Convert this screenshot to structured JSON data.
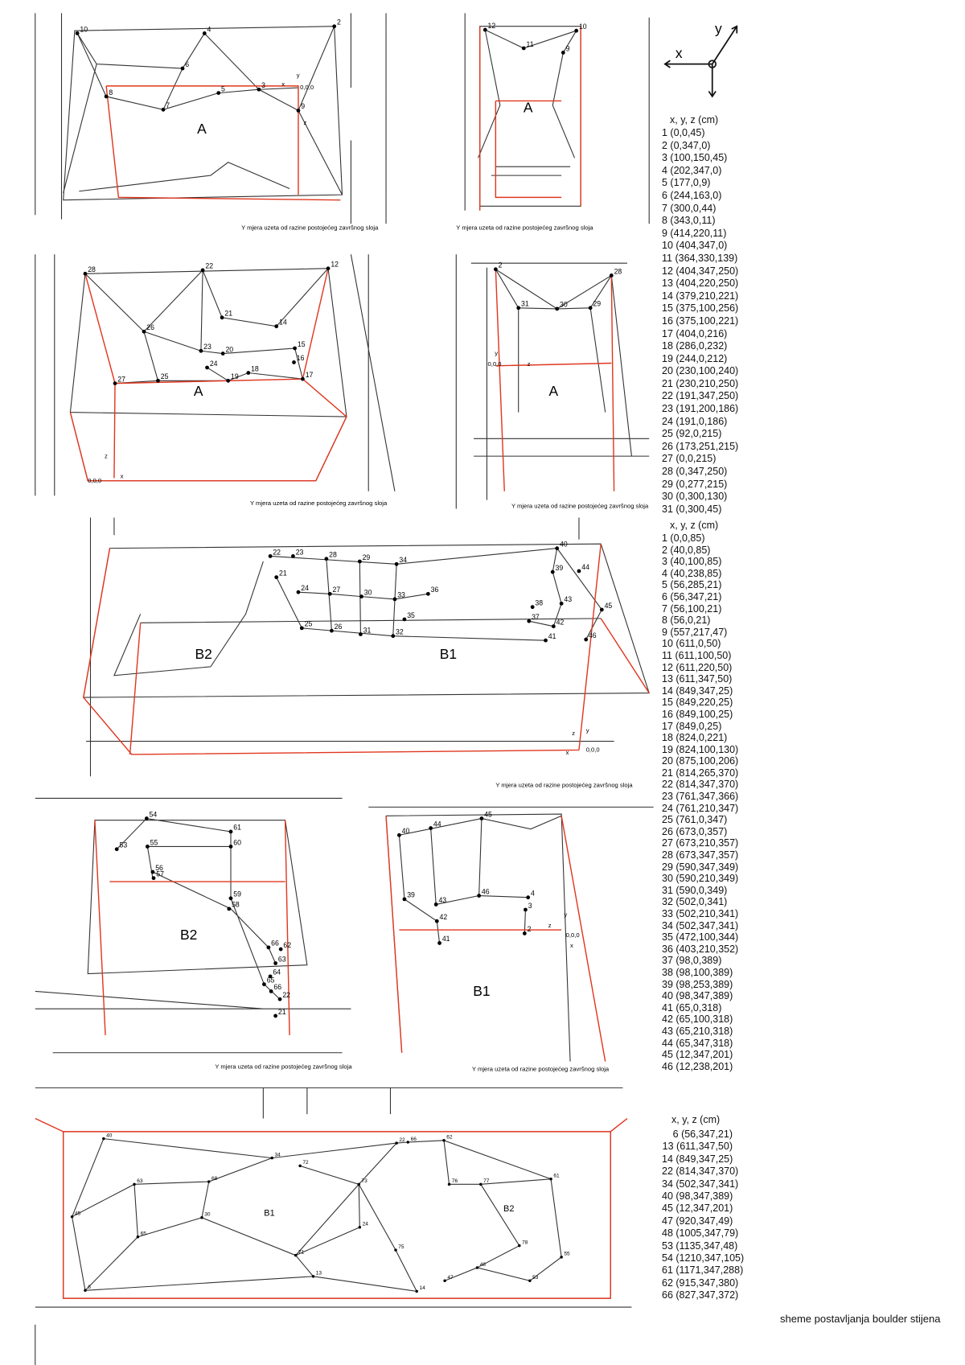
{
  "caption": "sheme postavljanja boulder stijena",
  "view_note": "Y mjera uzeta od razine postojećeg završnog sloja",
  "axis_icon": {
    "x": "x",
    "y": "y"
  },
  "axis_labels": {
    "x": "x",
    "y": "y",
    "z": "z",
    "origin": "0,0,0"
  },
  "panels": [
    {
      "id": "a-top-left",
      "zone": "A",
      "points": [
        "10",
        "4",
        "2",
        "6",
        "5",
        "3",
        "7",
        "8",
        "9"
      ]
    },
    {
      "id": "a-top-right",
      "zone": "A",
      "points": [
        "12",
        "10",
        "11",
        "9"
      ]
    },
    {
      "id": "a-mid-left",
      "zone": "A",
      "points": [
        "28",
        "22",
        "12",
        "21",
        "14",
        "26",
        "23",
        "15",
        "20",
        "24",
        "16",
        "18",
        "19",
        "25",
        "27",
        "17"
      ]
    },
    {
      "id": "a-mid-right",
      "zone": "A",
      "points": [
        "2",
        "28",
        "31",
        "30",
        "29"
      ]
    },
    {
      "id": "b-main",
      "zone": "B1",
      "zone2": "B2",
      "points": [
        "22",
        "23",
        "28",
        "29",
        "34",
        "40",
        "21",
        "39",
        "44",
        "24",
        "27",
        "30",
        "33",
        "36",
        "43",
        "45",
        "38",
        "35",
        "37",
        "42",
        "25",
        "26",
        "31",
        "32",
        "41",
        "46"
      ]
    },
    {
      "id": "b2-detail",
      "zone": "B2",
      "points": [
        "54",
        "61",
        "53",
        "55",
        "60",
        "56",
        "57",
        "59",
        "58",
        "66",
        "62",
        "63",
        "64",
        "65",
        "66",
        "22",
        "21"
      ]
    },
    {
      "id": "b1-detail",
      "zone": "B1",
      "points": [
        "45",
        "44",
        "40",
        "39",
        "43",
        "46",
        "4",
        "3",
        "42",
        "2",
        "41"
      ]
    },
    {
      "id": "wall-elevation",
      "zone": "B1",
      "zone2": "B2",
      "points": [
        "40",
        "34",
        "72",
        "22",
        "66",
        "62",
        "63",
        "68",
        "76",
        "77",
        "61",
        "73",
        "45",
        "30",
        "65",
        "24",
        "78",
        "55",
        "71",
        "75",
        "13",
        "48",
        "47",
        "53",
        "6",
        "14"
      ]
    }
  ],
  "lists": [
    {
      "header": "x, y, z (cm)",
      "items": [
        "1 (0,0,45)",
        "2 (0,347,0)",
        "3 (100,150,45)",
        "4 (202,347,0)",
        "5 (177,0,9)",
        "6 (244,163,0)",
        "7 (300,0,44)",
        "8 (343,0,11)",
        "9 (414,220,11)",
        "10 (404,347,0)",
        "11 (364,330,139)",
        "12 (404,347,250)",
        "13 (404,220,250)",
        "14 (379,210,221)",
        "15 (375,100,256)",
        "16 (375,100,221)",
        "17 (404,0,216)",
        "18 (286,0,232)",
        "19 (244,0,212)",
        "20 (230,100,240)",
        "21 (230,210,250)",
        "22 (191,347,250)",
        "23 (191,200,186)",
        "24 (191,0,186)",
        "25 (92,0,215)",
        "26 (173,251,215)",
        "27 (0,0,215)",
        "28 (0,347,250)",
        "29 (0,277,215)",
        "30 (0,300,130)",
        "31 (0,300,45)"
      ]
    },
    {
      "header": "x, y, z (cm)",
      "items": [
        "1 (0,0,85)",
        "2 (40,0,85)",
        "3 (40,100,85)",
        "4 (40,238,85)",
        "5 (56,285,21)",
        "6 (56,347,21)",
        "7 (56,100,21)",
        "8 (56,0,21)",
        "9 (557,217,47)",
        "10 (611,0,50)",
        "11 (611,100,50)",
        "12 (611,220,50)",
        "13 (611,347,50)",
        "14 (849,347,25)",
        "15 (849,220,25)",
        "16 (849,100,25)",
        "17 (849,0,25)",
        "18 (824,0,221)",
        "19 (824,100,130)",
        "20 (875,100,206)",
        "21 (814,265,370)",
        "22 (814,347,370)",
        "23 (761,347,366)",
        "24 (761,210,347)",
        "25 (761,0,347)",
        "26 (673,0,357)",
        "27 (673,210,357)",
        "28 (673,347,357)",
        "29 (590,347,349)",
        "30 (590,210,349)",
        "31 (590,0,349)",
        "32 (502,0,341)",
        "33 (502,210,341)",
        "34 (502,347,341)",
        "35 (472,100,344)",
        "36 (403,210,352)",
        "37 (98,0,389)",
        "38 (98,100,389)",
        "39 (98,253,389)",
        "40 (98,347,389)",
        "41 (65,0,318)",
        "42 (65,100,318)",
        "43 (65,210,318)",
        "44 (65,347,318)",
        "45 (12,347,201)",
        "46 (12,238,201)"
      ]
    },
    {
      "header": "x, y, z (cm)",
      "items": [
        "6 (56,347,21)",
        "13 (611,347,50)",
        "14 (849,347,25)",
        "22 (814,347,370)",
        "34 (502,347,341)",
        "40 (98,347,389)",
        "45 (12,347,201)",
        "47 (920,347,49)",
        "48 (1005,347,79)",
        "53 (1135,347,48)",
        "54 (1210,347,105)",
        "61 (1171,347,288)",
        "62 (915,347,380)",
        "66 (827,347,372)"
      ]
    }
  ]
}
